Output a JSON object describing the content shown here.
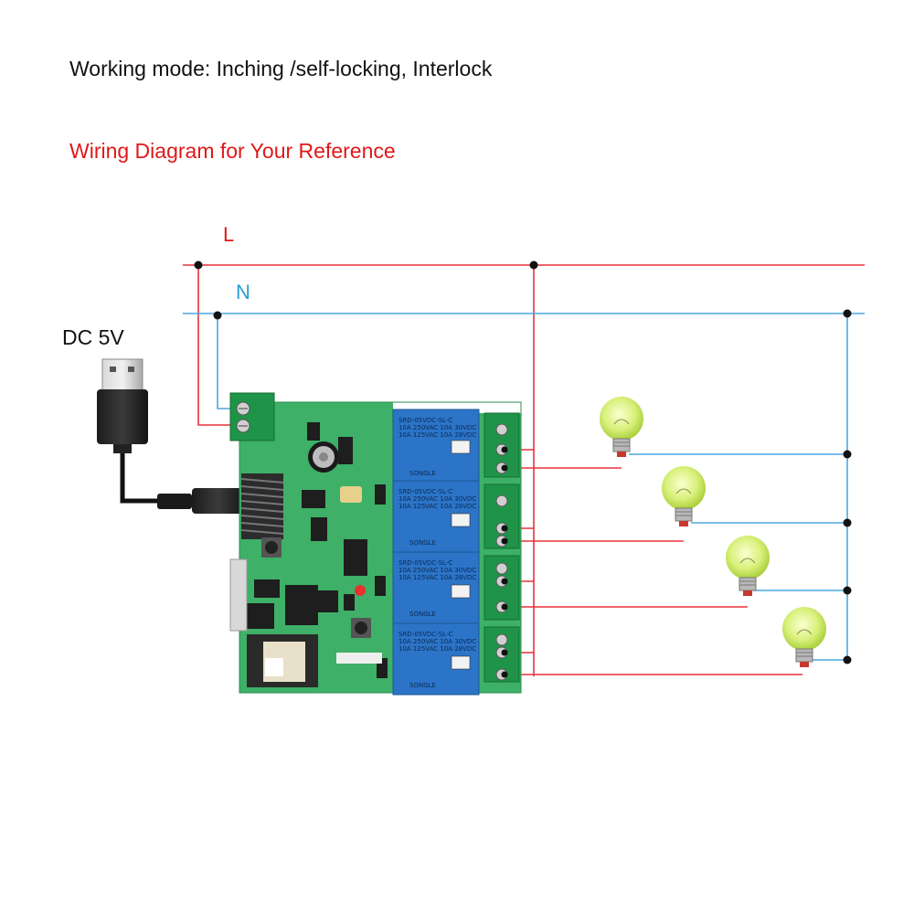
{
  "header": {
    "working_mode": "Working mode: Inching /self-locking, Interlock",
    "wiring_title": "Wiring Diagram for Your Reference"
  },
  "wires": {
    "live_label": "L",
    "neutral_label": "N",
    "live_color": "#e8323c",
    "neutral_color": "#4aa8e0"
  },
  "power": {
    "label": "DC 5V",
    "connector": "usb-plug-icon"
  },
  "board": {
    "relays": [
      {
        "model": "SRD-05VDC-SL-C",
        "brand": "SONGLE"
      },
      {
        "model": "SRD-05VDC-SL-C",
        "brand": "SONGLE"
      },
      {
        "model": "SRD-05VDC-SL-C",
        "brand": "SONGLE"
      },
      {
        "model": "SRD-05VDC-SL-C",
        "brand": "SONGLE"
      }
    ]
  },
  "loads": [
    {
      "icon": "light-bulb-icon"
    },
    {
      "icon": "light-bulb-icon"
    },
    {
      "icon": "light-bulb-icon"
    },
    {
      "icon": "light-bulb-icon"
    }
  ]
}
